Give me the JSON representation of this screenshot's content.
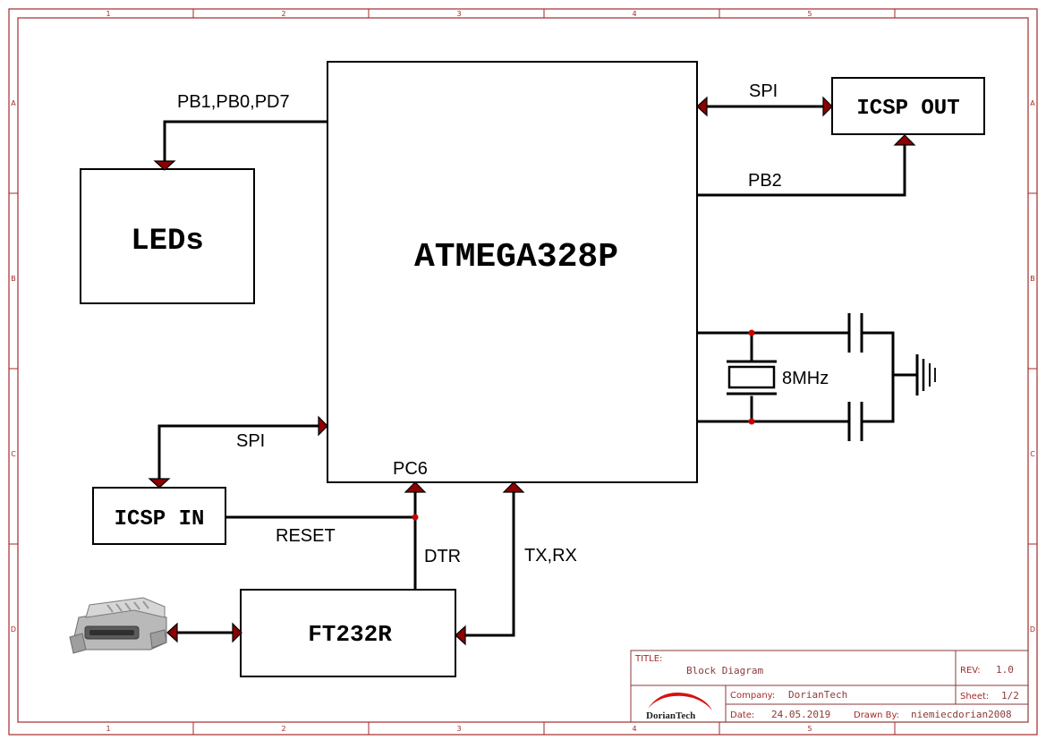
{
  "frame": {
    "columns": [
      "1",
      "2",
      "3",
      "4",
      "5"
    ],
    "rows": [
      "A",
      "B",
      "C",
      "D"
    ]
  },
  "blocks": {
    "mcu": "ATMEGA328P",
    "leds": "LEDs",
    "icsp_out": "ICSP OUT",
    "icsp_in": "ICSP IN",
    "ft232": "FT232R"
  },
  "nets": {
    "leds_bus": "PB1,PB0,PD7",
    "spi_out": "SPI",
    "pb2": "PB2",
    "crystal": "8MHz",
    "spi_in": "SPI",
    "pc6": "PC6",
    "reset": "RESET",
    "dtr": "DTR",
    "txrx": "TX,RX"
  },
  "title_block": {
    "title_key": "TITLE:",
    "title": "Block Diagram",
    "rev_key": "REV:",
    "rev": "1.0",
    "company_key": "Company:",
    "company": "DorianTech",
    "sheet_key": "Sheet:",
    "sheet": "1/2",
    "date_key": "Date:",
    "date": "24.05.2019",
    "drawn_key": "Drawn By:",
    "drawn_by": "niemiecdorian2008",
    "logo": "DorianTech"
  }
}
